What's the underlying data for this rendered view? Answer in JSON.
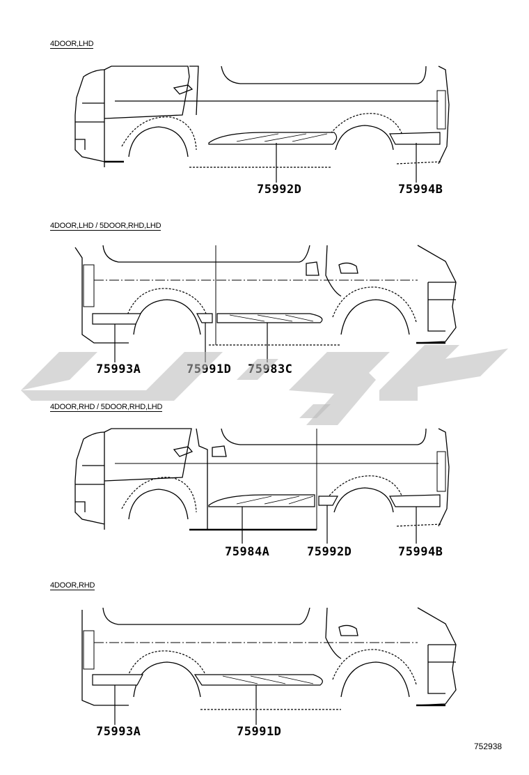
{
  "sections": [
    {
      "label": "4DOOR,LHD",
      "parts": [
        "75992D",
        "75994B"
      ]
    },
    {
      "label": "4DOOR,LHD / 5DOOR,RHD,LHD",
      "parts": [
        "75993A",
        "75991D",
        "75983C"
      ]
    },
    {
      "label": "4DOOR,RHD / 5DOOR,RHD,LHD",
      "parts": [
        "75984A",
        "75992D",
        "75994B"
      ]
    },
    {
      "label": "4DOOR,RHD",
      "parts": [
        "75993A",
        "75991D"
      ]
    }
  ],
  "figure_id": "752938",
  "watermark_color": "#b8b8b8"
}
